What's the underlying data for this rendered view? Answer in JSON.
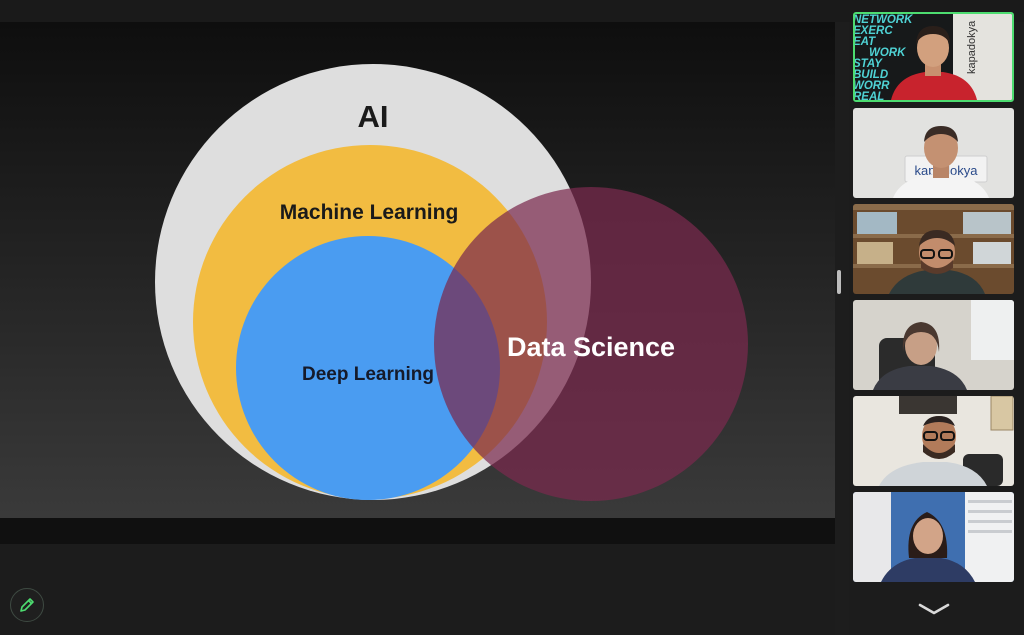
{
  "slide": {
    "ai_label": "AI",
    "ml_label": "Machine Learning",
    "dl_label": "Deep Learning",
    "ds_label": "Data Science"
  },
  "poster": {
    "words": [
      "NETWORK",
      "EXERC",
      "EAT",
      "WORK",
      "STAY",
      "BUILD",
      "WORR",
      "REAL"
    ],
    "logo": "kapadokya"
  },
  "banner": {
    "logo": "kapadokya"
  },
  "colors": {
    "ai_circle": "#dedede",
    "ml_circle": "#f2bc41",
    "dl_circle": "#4a9cf1",
    "ds_circle": "#7a2a4e",
    "active_speaker": "#4ddc70"
  },
  "icons": {
    "annotate": "pencil-icon",
    "scroll": "chevron-down-icon"
  }
}
